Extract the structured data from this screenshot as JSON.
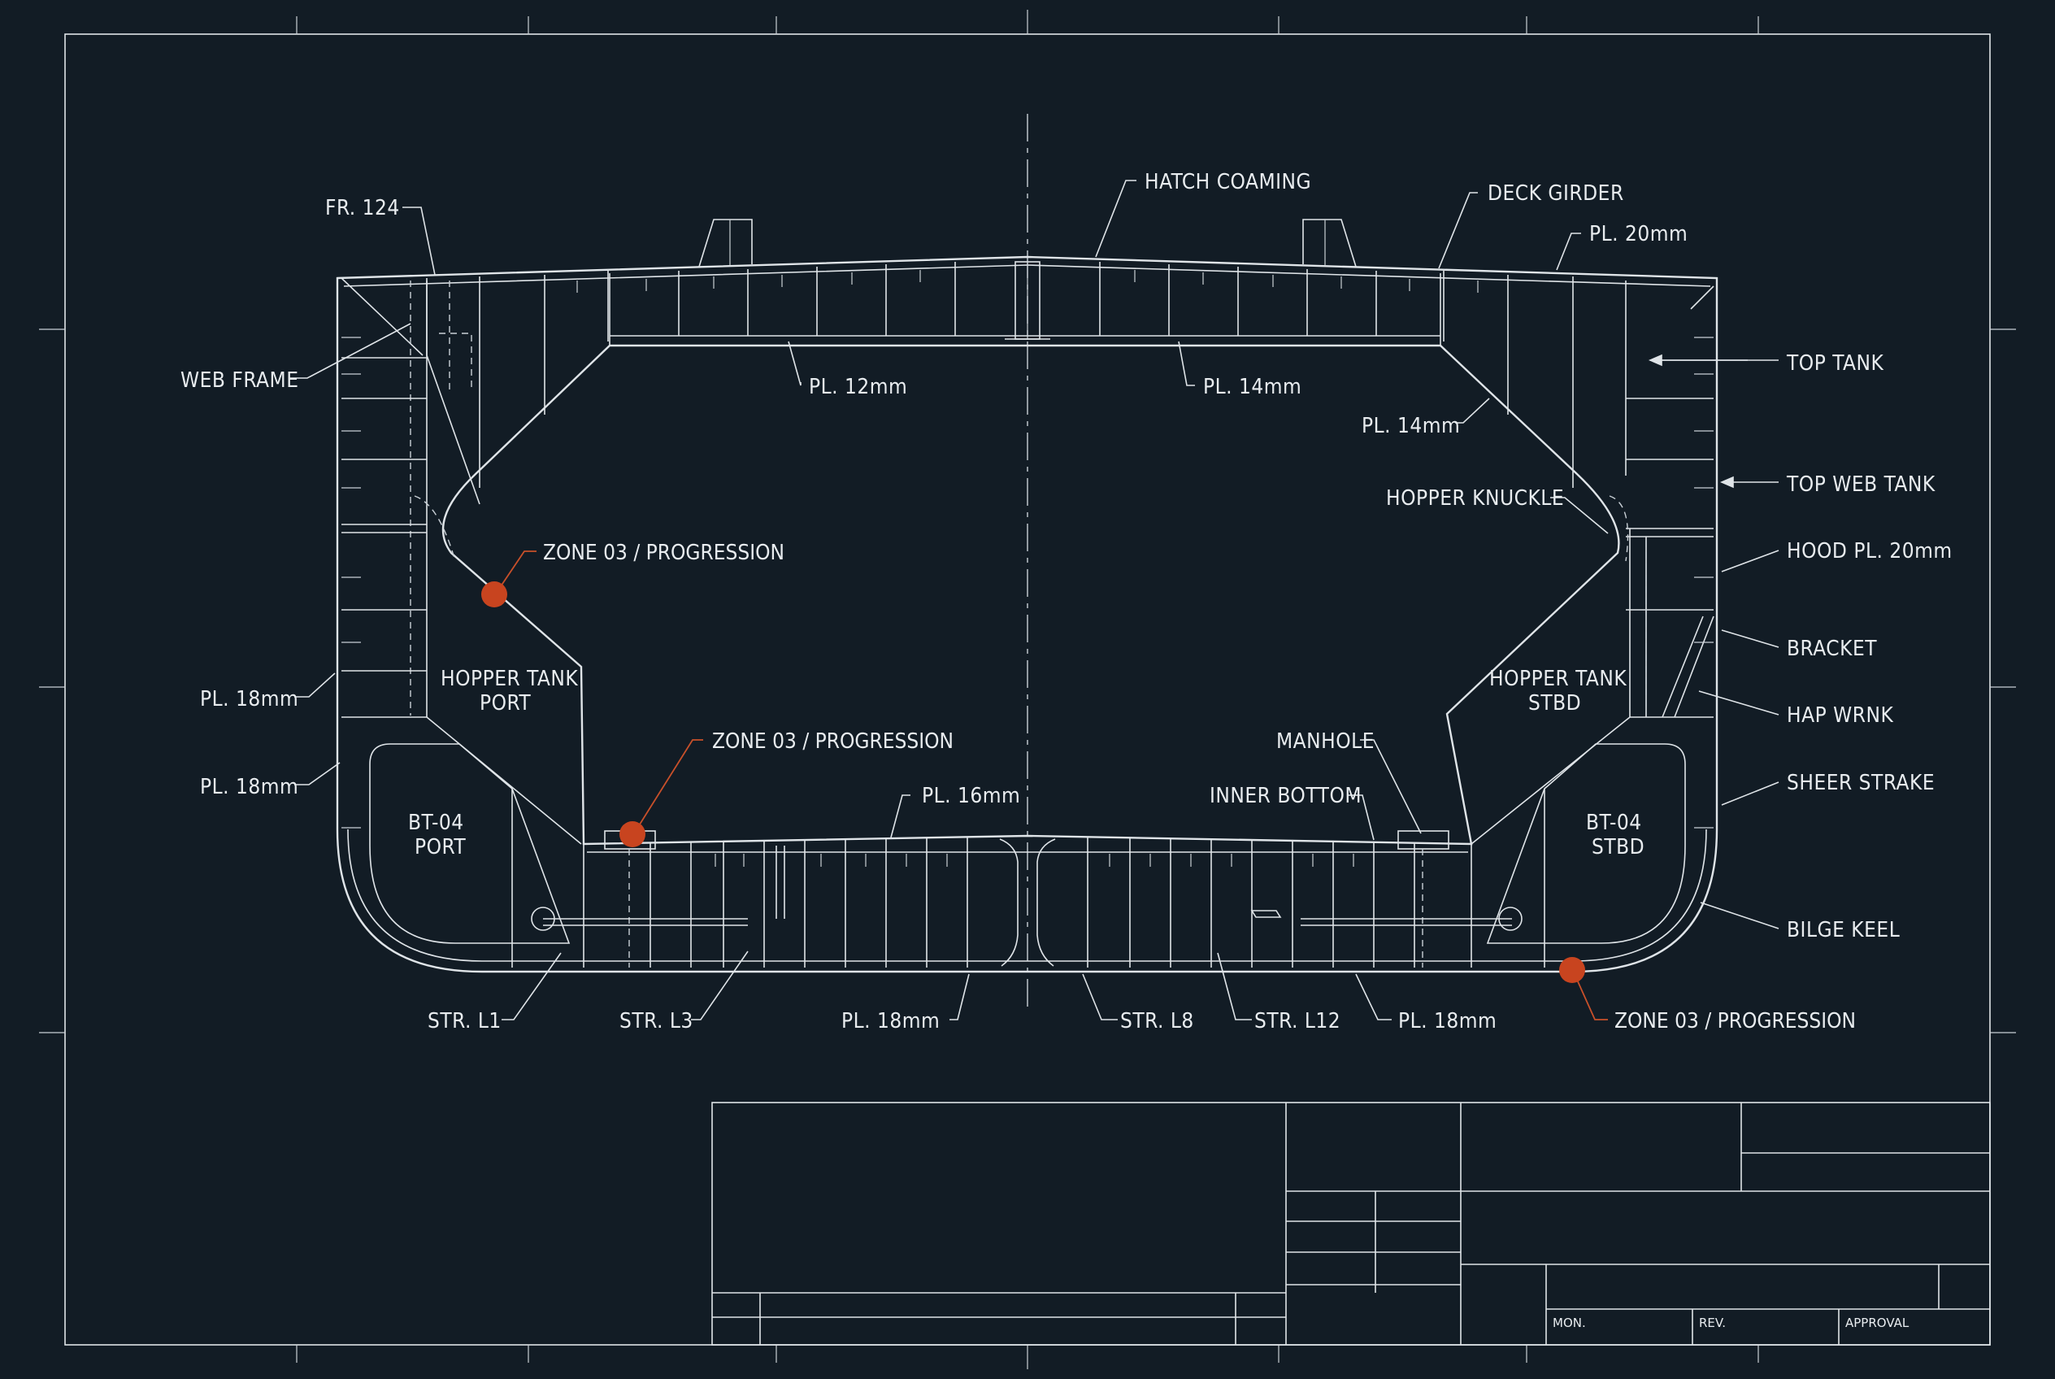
{
  "drawing": {
    "labels": {
      "fr124": "FR. 124",
      "hatch_coaming": "HATCH COAMING",
      "deck_girder": "DECK GIRDER",
      "pl20_top": "PL. 20mm",
      "web_frame": "WEB FRAME",
      "top_tank": "TOP TANK",
      "pl12": "PL. 12mm",
      "pl14_mid": "PL. 14mm",
      "pl14_right": "PL. 14mm",
      "top_web_tank": "TOP WEB TANK",
      "hopper_knuckle": "HOPPER KNUCKLE",
      "hood_pl": "HOOD PL. 20mm",
      "zone_upper": "ZONE 03 / PROGRESSION",
      "bracket": "BRACKET",
      "pl18_left1": "PL. 18mm",
      "hopper_port_1": "HOPPER TANK",
      "hopper_port_2": "PORT",
      "hopper_stbd_1": "HOPPER TANK",
      "hopper_stbd_2": "STBD",
      "hap_wrnk": "HAP WRNK",
      "zone_mid": "ZONE 03 / PROGRESSION",
      "manhole": "MANHOLE",
      "pl18_left2": "PL. 18mm",
      "sheer_strake": "SHEER STRAKE",
      "pl16": "PL. 16mm",
      "inner_bottom": "INNER BOTTOM",
      "bt04_port_1": "BT-04",
      "bt04_port_2": "PORT",
      "bt04_stbd_1": "BT-04",
      "bt04_stbd_2": "STBD",
      "bilge_keel": "BILGE KEEL",
      "str_l1": "STR. L1",
      "str_l3": "STR. L3",
      "pl18_bot1": "PL. 18mm",
      "str_l8": "STR. L8",
      "str_l12": "STR. L12",
      "pl18_bot2": "PL. 18mm",
      "zone_low": "ZONE 03 / PROGRESSION"
    }
  },
  "title_block": {
    "mon": "MON.",
    "rev": "REV.",
    "approval": "APPROVAL"
  },
  "colors": {
    "background": "#121c25",
    "line": "#dfe4e8",
    "marker": "#c8441f"
  }
}
